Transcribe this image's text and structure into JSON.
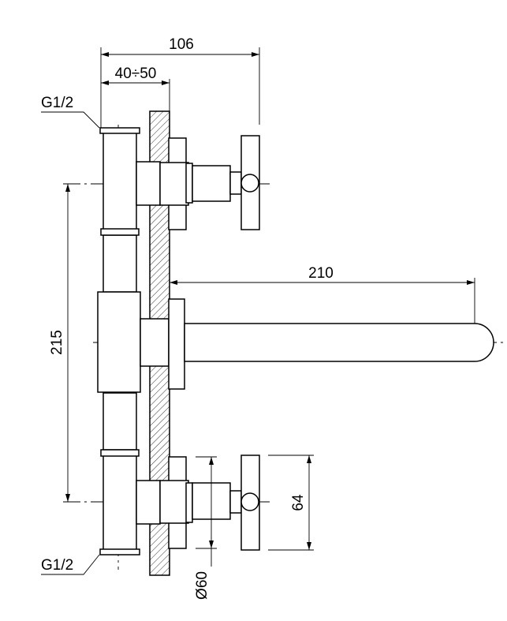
{
  "dimensions": {
    "overall_depth": "106",
    "wall_range": "40÷50",
    "inlet_thread_top": "G1/2",
    "inlet_thread_bottom": "G1/2",
    "centers": "215",
    "spout_length": "210",
    "handle_height": "64",
    "rosette_diameter": "Ø60"
  },
  "colors": {
    "line": "#000000",
    "background": "#ffffff"
  }
}
